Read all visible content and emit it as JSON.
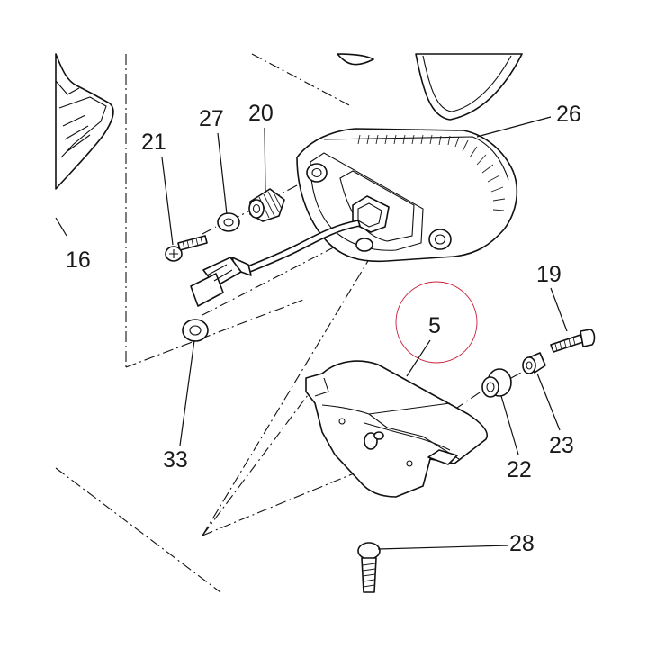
{
  "diagram": {
    "callouts": [
      {
        "id": "5",
        "label": "5",
        "highlighted": true
      },
      {
        "id": "16",
        "label": "16"
      },
      {
        "id": "19",
        "label": "19"
      },
      {
        "id": "20",
        "label": "20"
      },
      {
        "id": "21",
        "label": "21"
      },
      {
        "id": "22",
        "label": "22"
      },
      {
        "id": "23",
        "label": "23"
      },
      {
        "id": "26",
        "label": "26"
      },
      {
        "id": "27",
        "label": "27"
      },
      {
        "id": "28",
        "label": "28"
      },
      {
        "id": "33",
        "label": "33"
      }
    ],
    "colors": {
      "line": "#111111",
      "highlight_circle": "#c8203a",
      "background": "#ffffff"
    }
  }
}
